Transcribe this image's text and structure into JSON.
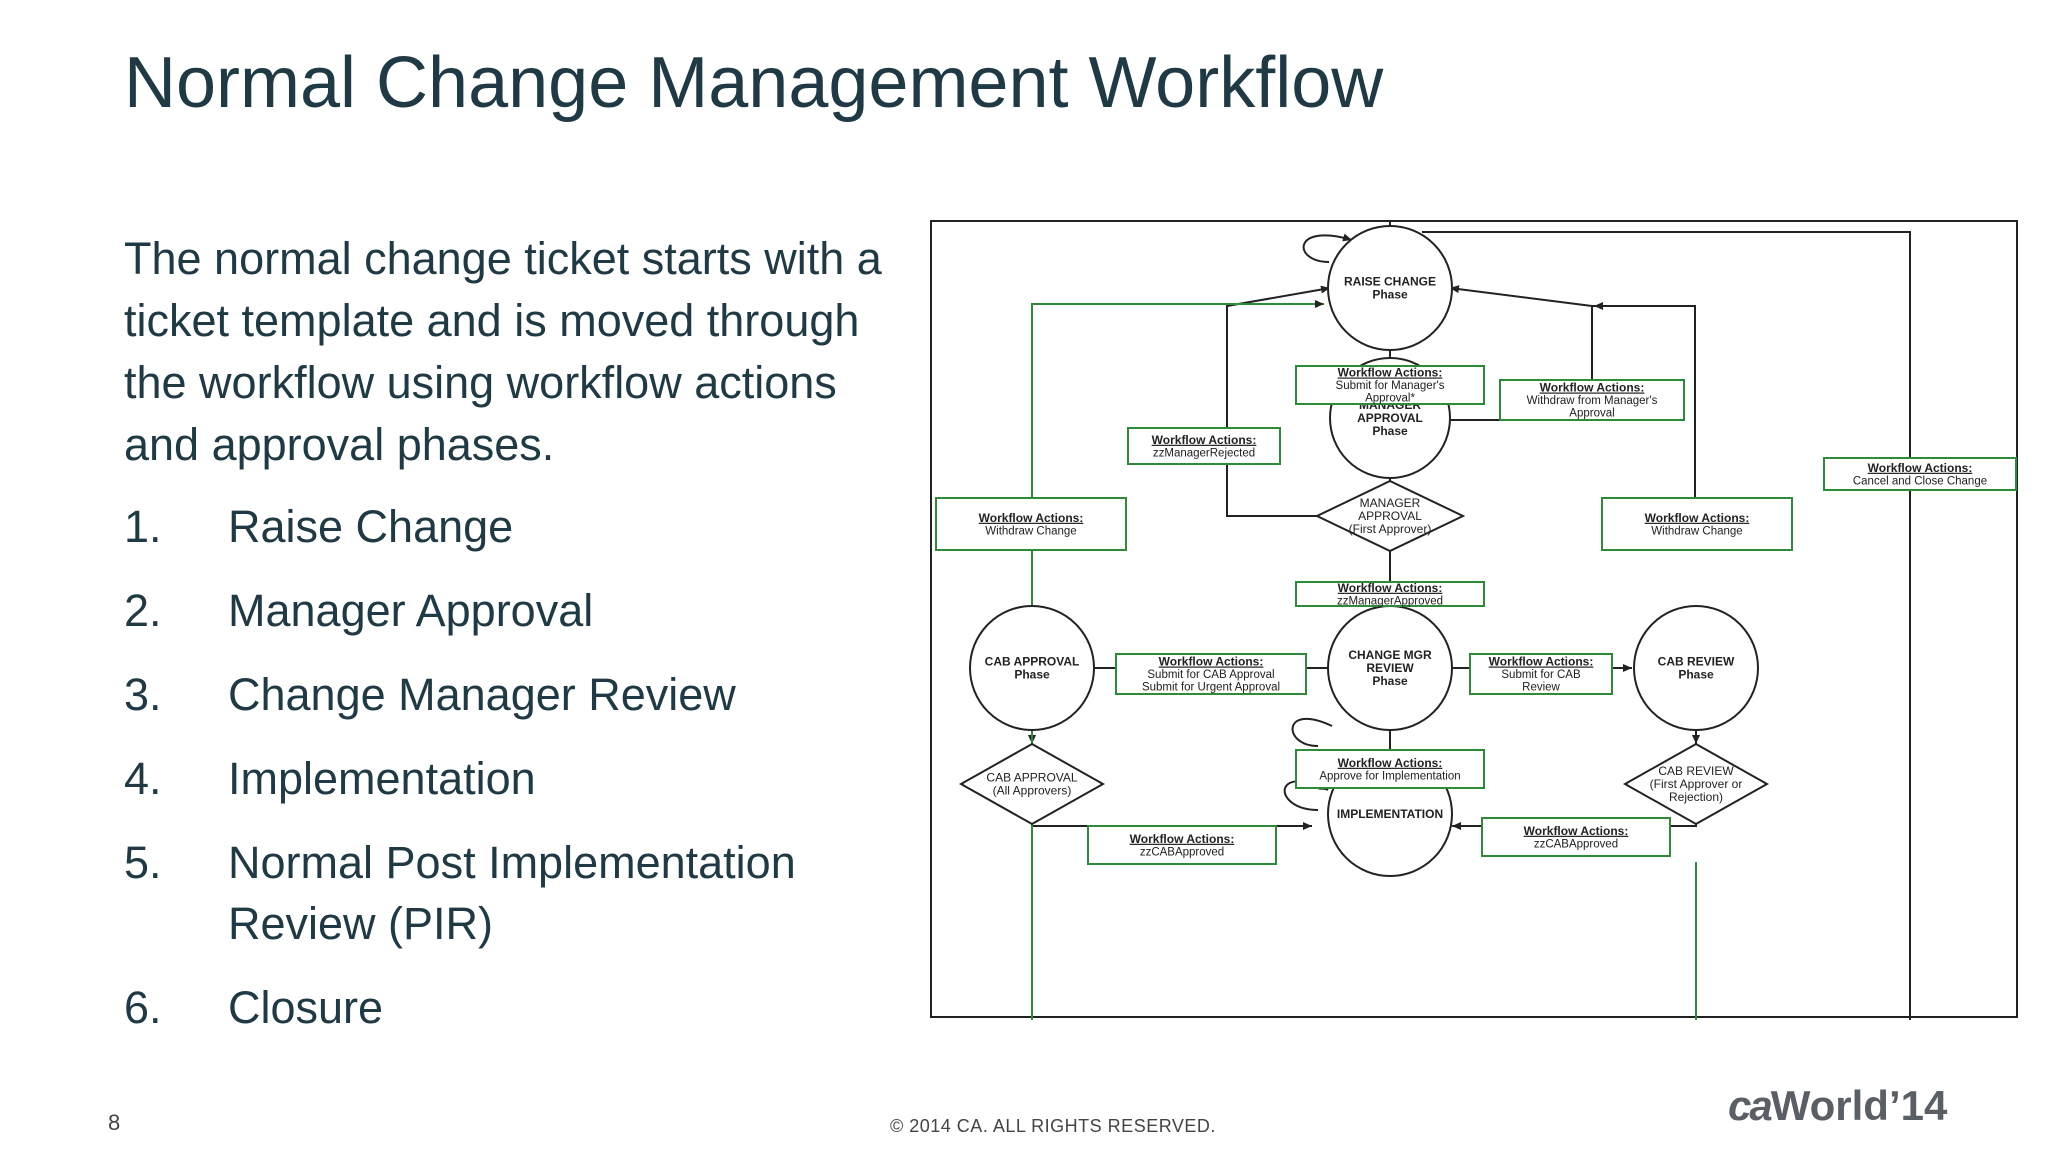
{
  "slide": {
    "title": "Normal Change Management Workflow",
    "intro": "The normal change ticket starts with a ticket template and is moved through the workflow using workflow actions and approval phases.",
    "steps": [
      {
        "num": "1.",
        "text": "Raise Change"
      },
      {
        "num": "2.",
        "text": "Manager Approval"
      },
      {
        "num": "3.",
        "text": "Change Manager Review"
      },
      {
        "num": "4.",
        "text": "Implementation"
      },
      {
        "num": "5.",
        "text": "Normal Post Implementation Review (PIR)"
      },
      {
        "num": "6.",
        "text": "Closure"
      }
    ],
    "page_number": "8",
    "copyright": "© 2014 CA. ALL RIGHTS RESERVED.",
    "logo": {
      "ca": "ca",
      "world": "World",
      "year": "’14"
    }
  },
  "diagram": {
    "colors": {
      "green": "#2e8b3a",
      "line": "#222222",
      "link_blue": "#1a3a8f"
    },
    "phases": {
      "raise": [
        "RAISE CHANGE",
        "Phase"
      ],
      "manager": [
        "MANAGER",
        "APPROVAL",
        "Phase"
      ],
      "changemgr": [
        "CHANGE MGR",
        "REVIEW",
        "Phase"
      ],
      "cabapproval": [
        "CAB APPROVAL",
        "Phase"
      ],
      "cabreview": [
        "CAB REVIEW",
        "Phase"
      ],
      "implementation": [
        "IMPLEMENTATION"
      ]
    },
    "decisions": {
      "manager": [
        "MANAGER",
        "APPROVAL",
        "(First Approver)"
      ],
      "cabapproval": [
        "CAB APPROVAL",
        "(All Approvers)"
      ],
      "cabreview": [
        "CAB REVIEW",
        "(First Approver or",
        "Rejection)"
      ]
    },
    "actions": {
      "heading": "Workflow Actions:",
      "submit_manager": [
        "Submit for Manager's",
        "Approval*"
      ],
      "withdraw_manager": [
        "Withdraw from Manager's",
        "Approval"
      ],
      "manager_rejected": [
        "zzManagerRejected"
      ],
      "cancel_close": [
        "Cancel and Close Change"
      ],
      "withdraw_left": [
        "Withdraw Change"
      ],
      "withdraw_right": [
        "Withdraw Change"
      ],
      "manager_approved": [
        "zzManagerApproved"
      ],
      "submit_cab_approval": [
        "Submit for CAB Approval",
        "Submit for Urgent Approval"
      ],
      "submit_cab_review": [
        "Submit for CAB",
        "Review"
      ],
      "approve_impl": [
        "Approve for Implementation"
      ],
      "cab_approved_left": [
        "zzCABApproved"
      ],
      "cab_approved_right": [
        "zzCABApproved"
      ]
    }
  }
}
